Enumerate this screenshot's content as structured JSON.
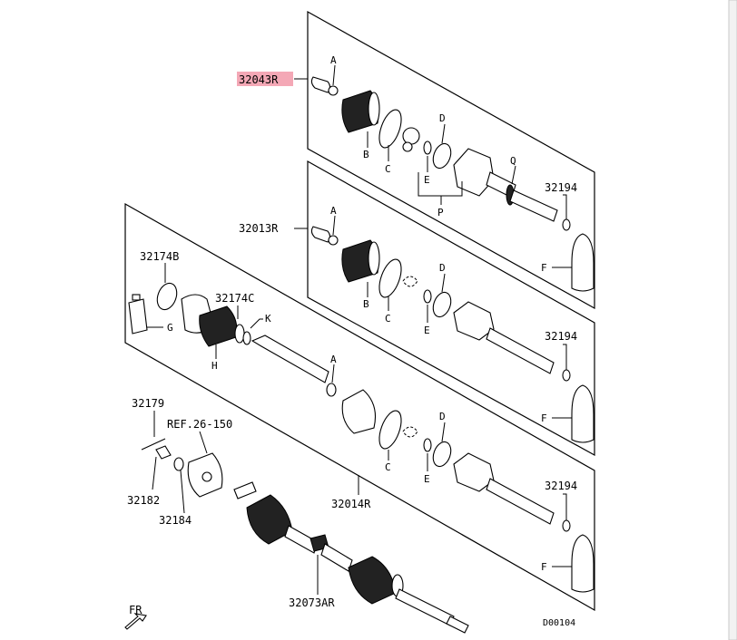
{
  "highlight_color": "#f4a8b6",
  "parts": {
    "p32043R": "32043R",
    "p32013R": "32013R",
    "p32014R": "32014R",
    "p32073AR": "32073AR",
    "p32174B": "32174B",
    "p32174C": "32174C",
    "p32179": "32179",
    "p32182": "32182",
    "p32184": "32184",
    "p32194_1": "32194",
    "p32194_2": "32194",
    "p32194_3": "32194",
    "ref": "REF.26-150"
  },
  "letters": {
    "A1": "A",
    "A2": "A",
    "A3": "A",
    "B1": "B",
    "B2": "B",
    "C1": "C",
    "C2": "C",
    "C3": "C",
    "D1": "D",
    "D2": "D",
    "D3": "D",
    "E1": "E",
    "E2": "E",
    "E3": "E",
    "F1": "F",
    "F2": "F",
    "F3": "F",
    "G": "G",
    "H": "H",
    "K": "K",
    "P": "P",
    "Q": "Q"
  },
  "fr_label": "FR",
  "diagram_code": "D00104"
}
